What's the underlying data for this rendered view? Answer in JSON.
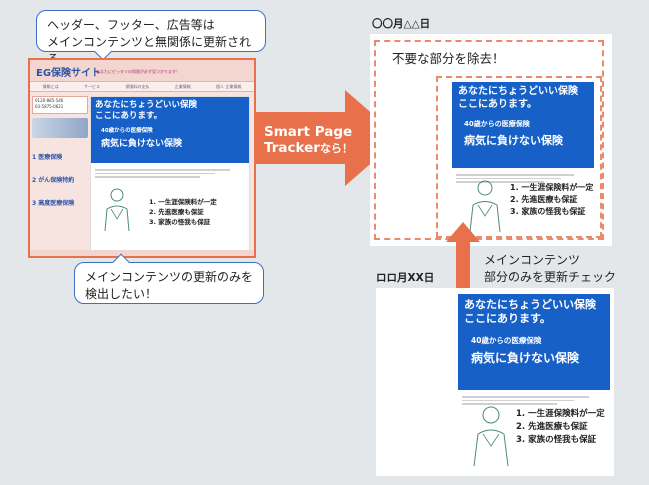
{
  "callout_top": {
    "line1": "ヘッダー、フッター、広告等は",
    "line2": "メインコンテンツと無関係に更新される"
  },
  "callout_bottom": {
    "line1": "メインコンテンツの更新のみを",
    "line2": "検出したい！"
  },
  "site_mock": {
    "logo": "EG保険サイト",
    "tagline": "あなたにピッタリの保険が必ず見つかります！",
    "nav": [
      "情報とは",
      "サービス",
      "保険料の支払",
      "企業情報",
      "個人 企業情報"
    ],
    "phones": [
      "0120-885-546",
      "03-5875-0621"
    ],
    "side_menu": [
      "1 医療保険",
      "2 がん保険特約",
      "3 高度医療保険"
    ]
  },
  "main_content": {
    "title_line1": "あなたにちょうどいい保険",
    "title_line2": "ここにあります。",
    "sub": "40歳からの医療保険",
    "big": "病気に負けない保険",
    "list": [
      "1. 一生涯保険料が一定",
      "2. 先進医療も保証",
      "3. 家族の怪我も保証"
    ]
  },
  "arrow_label": {
    "line1": "Smart Page",
    "line2_a": "Tracker",
    "line2_b": "なら！"
  },
  "date1": "〇〇月△△日",
  "date2": "ロロ月XX日",
  "remove_label": "不要な部分を除去！",
  "check_label": {
    "line1": "メインコンテンツ",
    "line2": "部分のみを更新チェック"
  },
  "colors": {
    "background": "#e3e7ea",
    "blue_band": "#1660c8",
    "orange_arrow": "#e8704a",
    "dashed": "#ea8a6b",
    "callout_border": "#3b6fc4"
  }
}
